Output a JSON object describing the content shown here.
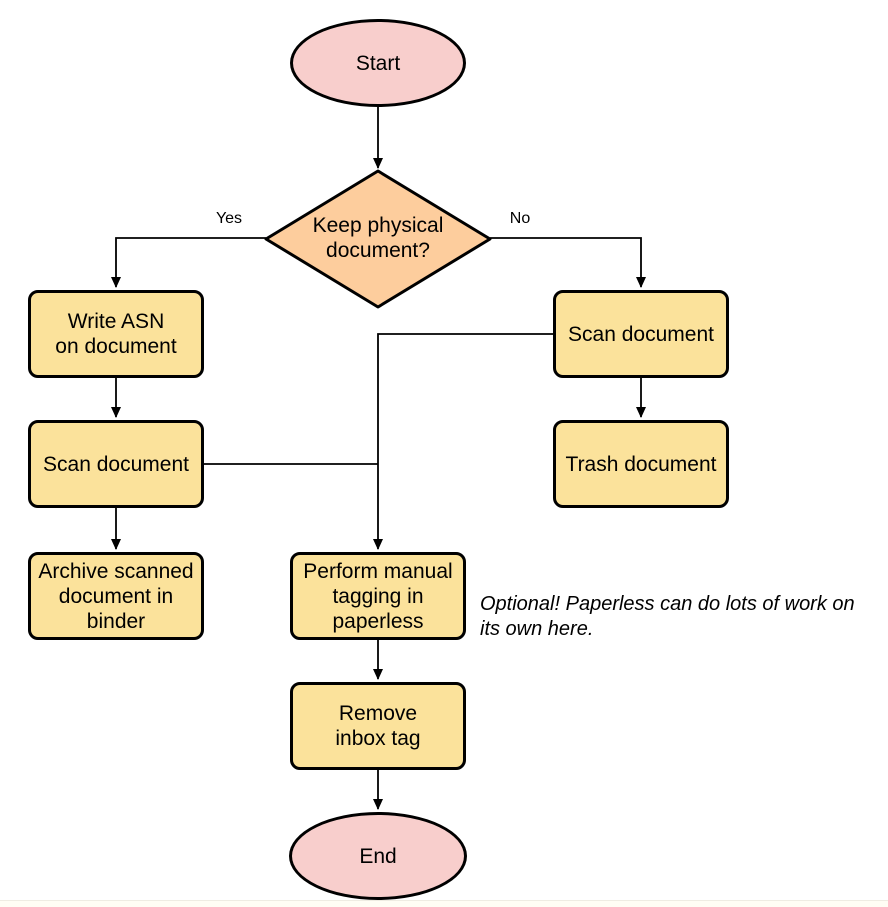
{
  "diagram": {
    "type": "flowchart",
    "background": "#ffffff"
  },
  "colors": {
    "terminator_fill": "#f8cecc",
    "decision_fill": "#fdcd9d",
    "process_fill": "#fbe29b",
    "stroke": "#000000"
  },
  "nodes": {
    "start": {
      "label": "Start",
      "shape": "ellipse"
    },
    "decision": {
      "label": "Keep physical\ndocument?",
      "shape": "diamond"
    },
    "write_asn": {
      "label": "Write ASN\non document",
      "shape": "rect"
    },
    "scan_left": {
      "label": "Scan document",
      "shape": "rect"
    },
    "archive": {
      "label": "Archive scanned\ndocument in\nbinder",
      "shape": "rect"
    },
    "scan_right": {
      "label": "Scan document",
      "shape": "rect"
    },
    "trash": {
      "label": "Trash document",
      "shape": "rect"
    },
    "tagging": {
      "label": "Perform manual\ntagging in\npaperless",
      "shape": "rect"
    },
    "remove_inbox": {
      "label": "Remove\ninbox tag",
      "shape": "rect"
    },
    "end": {
      "label": "End",
      "shape": "ellipse"
    }
  },
  "edge_labels": {
    "yes": "Yes",
    "no": "No"
  },
  "note": {
    "text": "Optional! Paperless can do lots of work on\nits own here."
  }
}
